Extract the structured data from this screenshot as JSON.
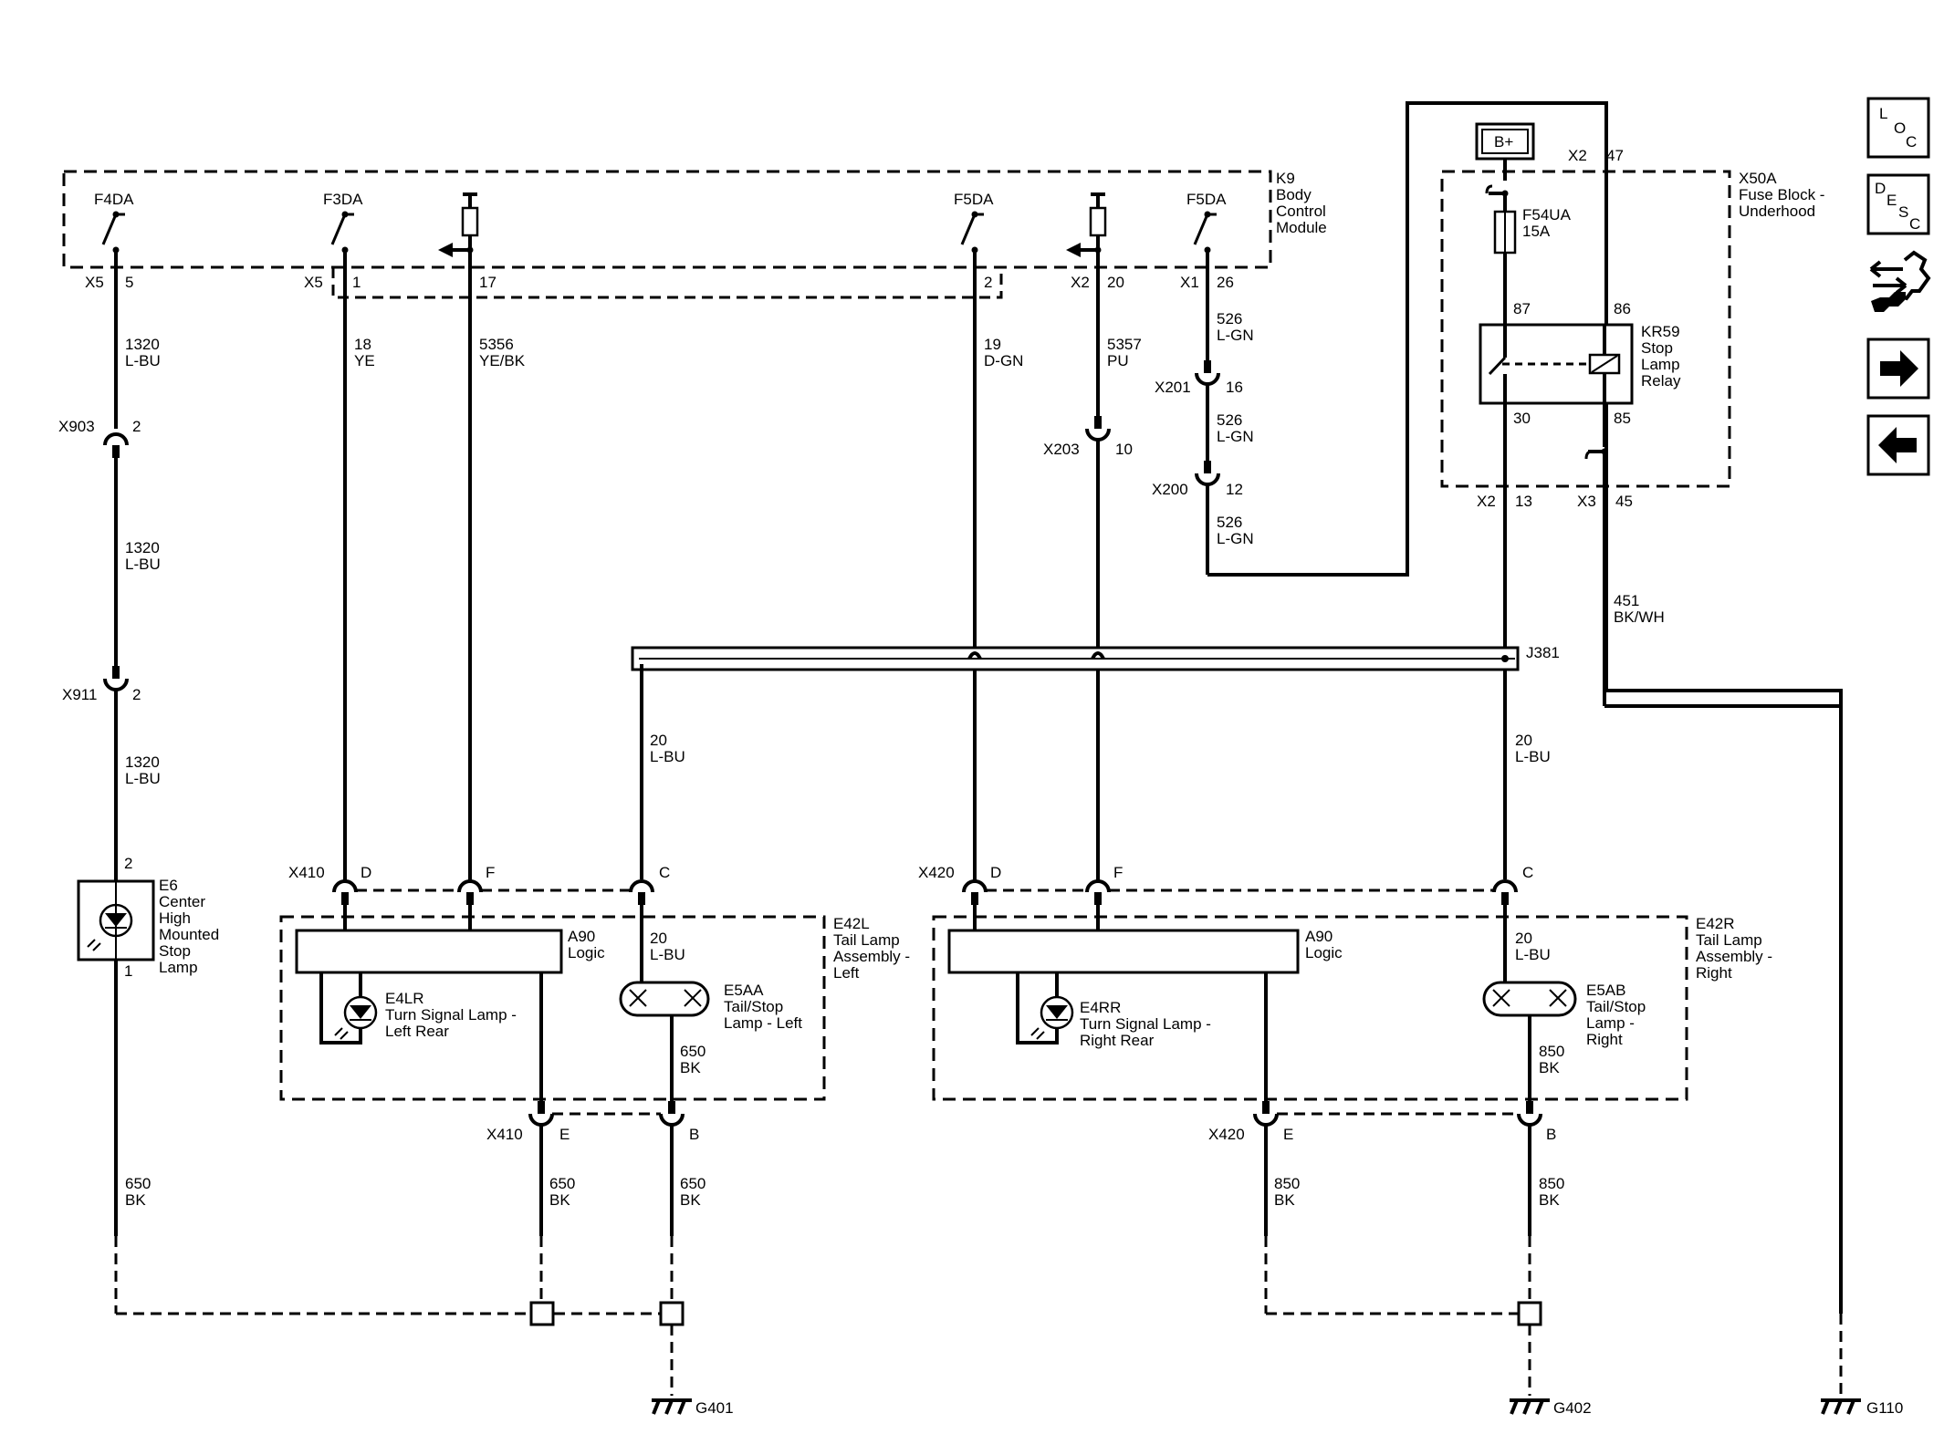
{
  "modules": {
    "k9": {
      "id": "K9",
      "l1": "Body",
      "l2": "Control",
      "l3": "Module"
    },
    "x50a": {
      "id": "X50A",
      "l1": "Fuse Block -",
      "l2": "Underhood"
    },
    "e42l": {
      "id": "E42L",
      "l1": "Tail Lamp",
      "l2": "Assembly -",
      "l3": "Left"
    },
    "e42r": {
      "id": "E42R",
      "l1": "Tail Lamp",
      "l2": "Assembly -",
      "l3": "Right"
    }
  },
  "k9_outputs": {
    "f4da": {
      "name": "F4DA",
      "conn": "X5",
      "pin": "5"
    },
    "f3da": {
      "name": "F3DA",
      "conn": "X5",
      "pin": "1"
    },
    "p17": {
      "pin": "17"
    },
    "f5da_a": {
      "name": "F5DA",
      "pin": "2"
    },
    "p20": {
      "conn": "X2",
      "pin": "20"
    },
    "f5da_b": {
      "name": "F5DA",
      "conn": "X1",
      "pin": "26"
    }
  },
  "wires": {
    "w1320a": {
      "num": "1320",
      "color": "L-BU"
    },
    "w1320b": {
      "num": "1320",
      "color": "L-BU"
    },
    "w1320c": {
      "num": "1320",
      "color": "L-BU"
    },
    "w18": {
      "num": "18",
      "color": "YE"
    },
    "w5356": {
      "num": "5356",
      "color": "YE/BK"
    },
    "w19": {
      "num": "19",
      "color": "D-GN"
    },
    "w5357": {
      "num": "5357",
      "color": "PU"
    },
    "w526a": {
      "num": "526",
      "color": "L-GN"
    },
    "w526b": {
      "num": "526",
      "color": "L-GN"
    },
    "w526c": {
      "num": "526",
      "color": "L-GN"
    },
    "w451": {
      "num": "451",
      "color": "BK/WH"
    },
    "w20a": {
      "num": "20",
      "color": "L-BU"
    },
    "w20b": {
      "num": "20",
      "color": "L-BU"
    },
    "w20c": {
      "num": "20",
      "color": "L-BU"
    },
    "w20d": {
      "num": "20",
      "color": "L-BU"
    },
    "w650a": {
      "num": "650",
      "color": "BK"
    },
    "w650b": {
      "num": "650",
      "color": "BK"
    },
    "w650c": {
      "num": "650",
      "color": "BK"
    },
    "w650d": {
      "num": "650",
      "color": "BK"
    },
    "w850a": {
      "num": "850",
      "color": "BK"
    },
    "w850b": {
      "num": "850",
      "color": "BK"
    },
    "w850c": {
      "num": "850",
      "color": "BK"
    }
  },
  "connectors": {
    "x903": {
      "name": "X903",
      "pin": "2"
    },
    "x911": {
      "name": "X911",
      "pin": "2"
    },
    "x201": {
      "name": "X201",
      "pin": "16"
    },
    "x203": {
      "name": "X203",
      "pin": "10"
    },
    "x200": {
      "name": "X200",
      "pin": "12"
    },
    "x410": {
      "name": "X410",
      "d": "D",
      "f": "F",
      "c": "C"
    },
    "x420": {
      "name": "X420",
      "d": "D",
      "f": "F",
      "c": "C"
    },
    "x410b": {
      "name": "X410",
      "e": "E",
      "b": "B"
    },
    "x420b": {
      "name": "X420",
      "e": "E",
      "b": "B"
    },
    "x2_47": {
      "conn": "X2",
      "pin": "47"
    },
    "x2_13": {
      "conn": "X2",
      "pin": "13"
    },
    "x3_45": {
      "conn": "X3",
      "pin": "45"
    }
  },
  "splice": {
    "name": "J381"
  },
  "fuse": {
    "name": "F54UA",
    "rating": "15A"
  },
  "battery": {
    "label": "B+"
  },
  "relay": {
    "l1": "KR59",
    "l2": "Stop",
    "l3": "Lamp",
    "l4": "Relay",
    "p87": "87",
    "p86": "86",
    "p30": "30",
    "p85": "85"
  },
  "lamps": {
    "e6": {
      "l1": "E6",
      "l2": "Center",
      "l3": "High",
      "l4": "Mounted",
      "l5": "Stop",
      "l6": "Lamp",
      "pin_top": "2",
      "pin_bot": "1"
    },
    "e4lr": {
      "l1": "E4LR",
      "l2": "Turn Signal Lamp -",
      "l3": "Left Rear"
    },
    "e4rr": {
      "l1": "E4RR",
      "l2": "Turn Signal Lamp -",
      "l3": "Right Rear"
    },
    "e5aa": {
      "l1": "E5AA",
      "l2": "Tail/Stop",
      "l3": "Lamp - Left"
    },
    "e5ab": {
      "l1": "E5AB",
      "l2": "Tail/Stop",
      "l3": "Lamp -",
      "l4": "Right"
    }
  },
  "logic": {
    "left": {
      "l1": "A90",
      "l2": "Logic"
    },
    "right": {
      "l1": "A90",
      "l2": "Logic"
    }
  },
  "grounds": {
    "g401": "G401",
    "g402": "G402",
    "g110": "G110"
  },
  "nav": {
    "loc": {
      "a": "L",
      "b": "O",
      "c": "C"
    },
    "desc": {
      "a": "D",
      "b": "E",
      "c": "S",
      "d": "C"
    }
  }
}
